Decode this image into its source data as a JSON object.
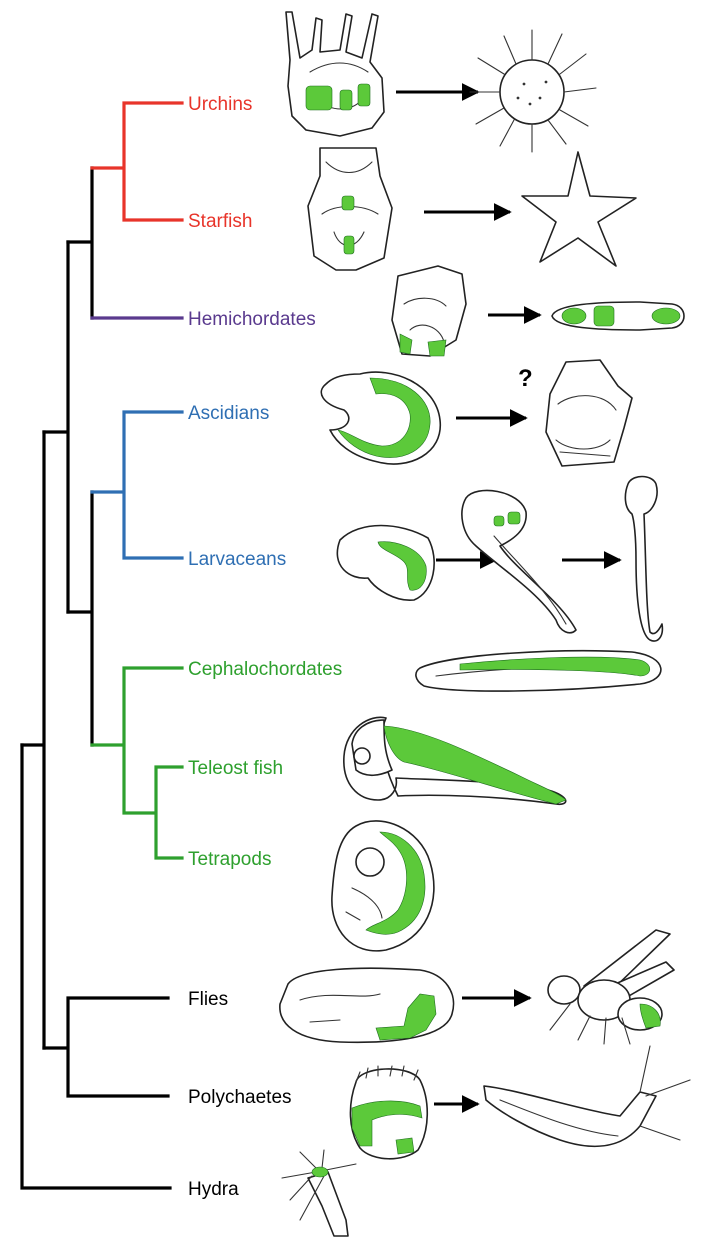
{
  "taxa": [
    {
      "id": "urchins",
      "label": "Urchins",
      "color": "#e8342a"
    },
    {
      "id": "starfish",
      "label": "Starfish",
      "color": "#e8342a"
    },
    {
      "id": "hemichordates",
      "label": "Hemichordates",
      "color": "#5a3a8e"
    },
    {
      "id": "ascidians",
      "label": "Ascidians",
      "color": "#2f6fb3"
    },
    {
      "id": "larvaceans",
      "label": "Larvaceans",
      "color": "#2f6fb3"
    },
    {
      "id": "cephalochordates",
      "label": "Cephalochordates",
      "color": "#2ea02e"
    },
    {
      "id": "teleost",
      "label": "Teleost fish",
      "color": "#2ea02e"
    },
    {
      "id": "tetrapods",
      "label": "Tetrapods",
      "color": "#2ea02e"
    },
    {
      "id": "flies",
      "label": "Flies",
      "color": "#000000"
    },
    {
      "id": "polychaetes",
      "label": "Polychaetes",
      "color": "#000000"
    },
    {
      "id": "hydra",
      "label": "Hydra",
      "color": "#000000"
    }
  ],
  "question_mark": "?",
  "colors": {
    "echinoderm": "#e8342a",
    "hemichordate": "#5a3a8e",
    "urochordate": "#2f6fb3",
    "chordate": "#2ea02e",
    "outgroup": "#000000",
    "expression": "#5cc93a"
  }
}
